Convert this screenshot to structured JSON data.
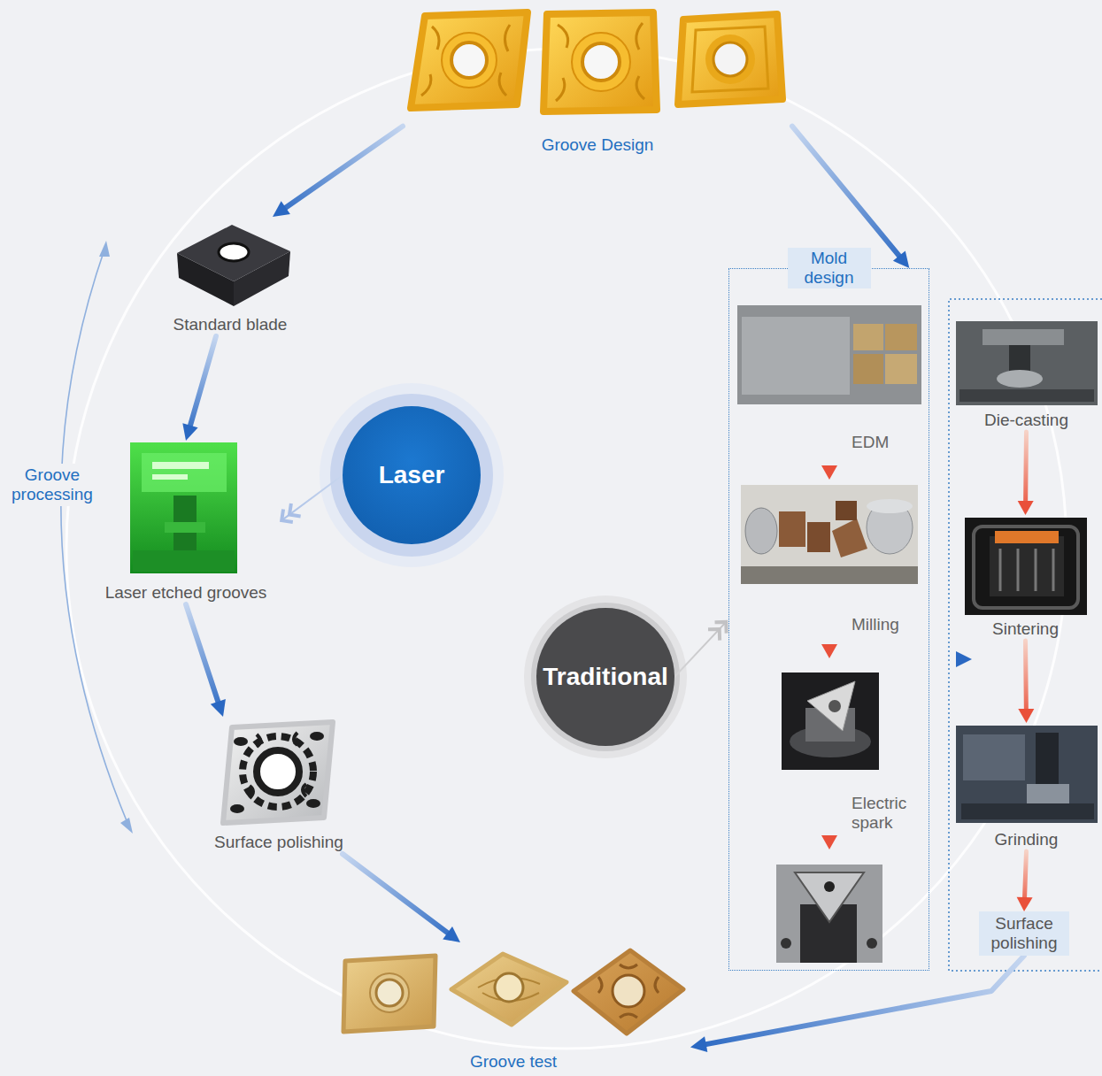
{
  "diagram": {
    "nodes": [
      {
        "text": [
          "Groove Design"
        ]
      },
      {
        "text": [
          "Standard blade"
        ]
      },
      {
        "text": [
          "Laser etched grooves"
        ]
      },
      {
        "text": [
          "Surface polishing"
        ]
      },
      {
        "text": [
          "Groove test"
        ]
      },
      {
        "text": [
          "Laser"
        ]
      },
      {
        "text": [
          "Traditional"
        ]
      },
      {
        "text": [
          "Mold design"
        ]
      },
      {
        "text": [
          "Die-casting"
        ]
      },
      {
        "text": [
          "Sintering"
        ]
      },
      {
        "text": [
          "Grinding"
        ]
      },
      {
        "text": [
          "Surface polishing"
        ]
      }
    ],
    "edges": [
      {
        "from": 0,
        "to": 1,
        "arrow": "to"
      },
      {
        "from": 0,
        "to": 7,
        "arrow": "to"
      },
      {
        "from": 1,
        "to": 2,
        "arrow": "to"
      },
      {
        "from": 2,
        "to": 3,
        "arrow": "to"
      },
      {
        "from": 3,
        "to": 4,
        "arrow": "to"
      },
      {
        "from": 11,
        "to": 4,
        "arrow": "to"
      },
      {
        "from": 8,
        "to": 9,
        "arrow": "to"
      },
      {
        "from": 9,
        "to": 10,
        "arrow": "to"
      },
      {
        "from": 10,
        "to": 11,
        "arrow": "to"
      },
      {
        "from": 5,
        "to": 2,
        "arrow": "to"
      },
      {
        "from": 6,
        "to": 7,
        "arrow": "to"
      }
    ],
    "labels": [
      "Groove processing",
      "EDM",
      "Milling",
      "Electric spark"
    ]
  }
}
